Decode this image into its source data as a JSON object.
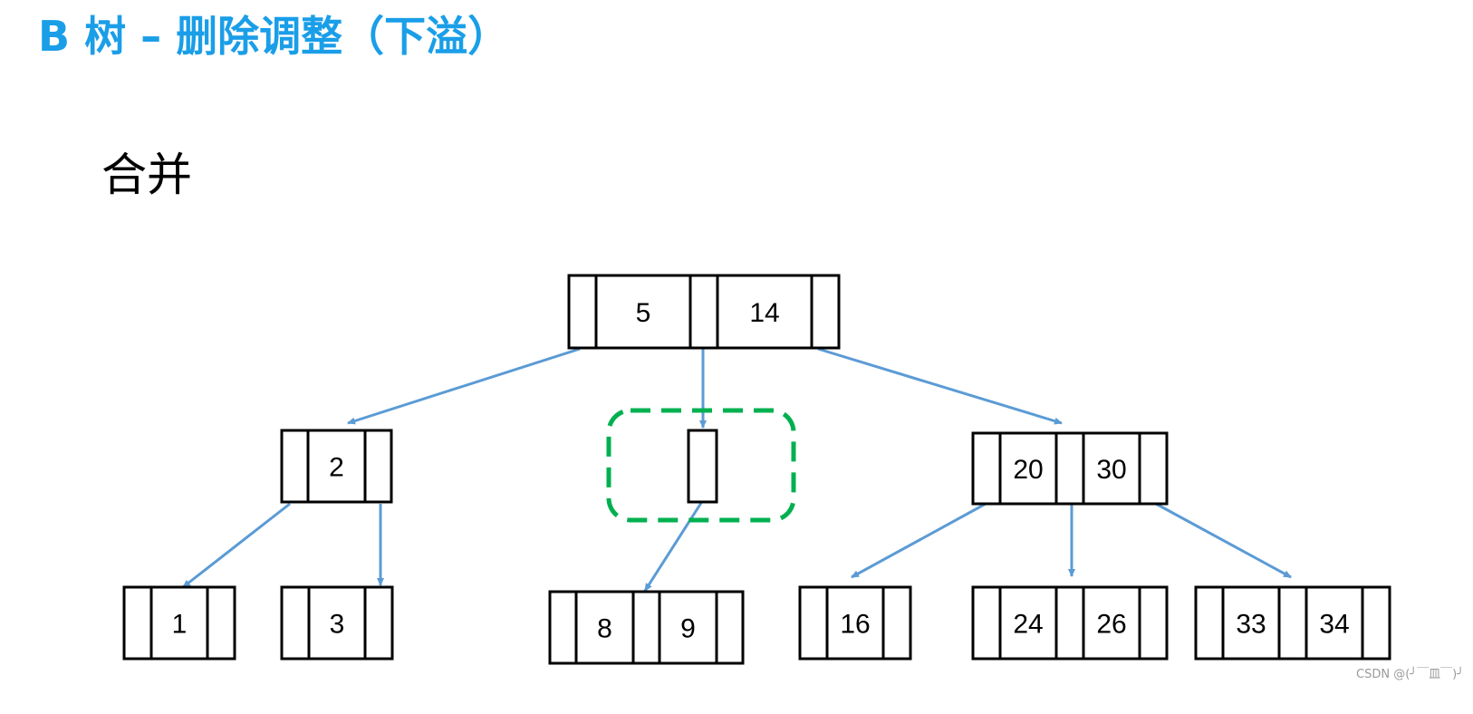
{
  "slide": {
    "title": "B 树 – 删除调整（下溢）",
    "subtitle": "合并"
  },
  "watermark": "CSDN @(╯￣皿￣)╯",
  "colors": {
    "title": "#1a9ee8",
    "edge": "#5b9bd5",
    "node_border": "#000000",
    "highlight": "#00b050"
  },
  "tree": {
    "nodes": [
      {
        "id": "root",
        "keys": [
          "5",
          "14"
        ]
      },
      {
        "id": "left",
        "keys": [
          "2"
        ]
      },
      {
        "id": "middle-underflow",
        "keys": []
      },
      {
        "id": "right",
        "keys": [
          "20",
          "30"
        ]
      },
      {
        "id": "leaf-1",
        "keys": [
          "1"
        ]
      },
      {
        "id": "leaf-3",
        "keys": [
          "3"
        ]
      },
      {
        "id": "leaf-8-9",
        "keys": [
          "8",
          "9"
        ]
      },
      {
        "id": "leaf-16",
        "keys": [
          "16"
        ]
      },
      {
        "id": "leaf-24-26",
        "keys": [
          "24",
          "26"
        ]
      },
      {
        "id": "leaf-33-34",
        "keys": [
          "33",
          "34"
        ]
      }
    ],
    "edges": [
      {
        "from": "root",
        "to": "left"
      },
      {
        "from": "root",
        "to": "middle-underflow"
      },
      {
        "from": "root",
        "to": "right"
      },
      {
        "from": "left",
        "to": "leaf-1"
      },
      {
        "from": "left",
        "to": "leaf-3"
      },
      {
        "from": "middle-underflow",
        "to": "leaf-8-9"
      },
      {
        "from": "right",
        "to": "leaf-16"
      },
      {
        "from": "right",
        "to": "leaf-24-26"
      },
      {
        "from": "right",
        "to": "leaf-33-34"
      }
    ],
    "highlighted": "middle-underflow"
  }
}
